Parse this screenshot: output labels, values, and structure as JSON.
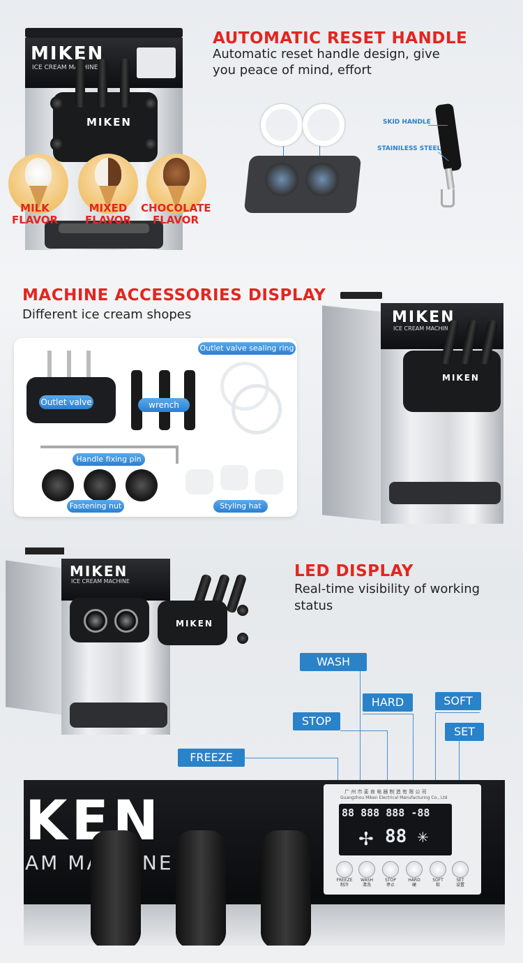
{
  "section1": {
    "title": "AUTOMATIC RESET HANDLE",
    "subtitle": "Automatic reset handle design, give you peace of mind, effort",
    "machine_logo": "MIKEN",
    "machine_logo_sub": "ICE CREAM MACHINE",
    "flavors": [
      {
        "line1": "MILK",
        "line2": "FLAVOR"
      },
      {
        "line1": "MIXED",
        "line2": "FLAVOR"
      },
      {
        "line1": "CHOCOLATE",
        "line2": "FLAVOR"
      }
    ],
    "handle_labels": {
      "skid": "SKID HANDLE",
      "stainless": "STAINILESS STEEL"
    }
  },
  "section2": {
    "title": "MACHINE ACCESSORIES DISPLAY",
    "subtitle": "Different ice cream shopes",
    "accessories": {
      "outlet_valve": "Outlet valve",
      "wrench": "wrench",
      "sealing_ring": "Outlet valve sealing ring",
      "fixing_pin": "Handle fixing pin",
      "fastening_nut": "Fastening nut",
      "styling_hat": "Styling hat"
    },
    "machine_logo": "MIKEN",
    "machine_logo_sub": "ICE CREAM MACHINE"
  },
  "section3": {
    "title": "LED DISPLAY",
    "subtitle": "Real-time visibility of working status",
    "machine_logo": "MIKEN",
    "machine_logo_sub": "ICE CREAM MACHINE",
    "buttons": {
      "wash": "WASH",
      "hard": "HARD",
      "soft": "SOFT",
      "stop": "STOP",
      "set": "SET",
      "freeze": "FREEZE"
    },
    "closeup_logo": "KEN",
    "closeup_logo_sub": "AM MACHINE",
    "panel_company_cn": "广 州 市 麦 肯 电 器 制 造 有 限 公 司",
    "panel_company_en": "Guangzhou Miken Electrical Manufacturing Co., Ltd",
    "panel_digits_top": "88 888 888 -88",
    "panel_digits_mid": "88",
    "panel_buttons": [
      {
        "en": "FREEZE",
        "cn": "制冷"
      },
      {
        "en": "WASH",
        "cn": "清洗"
      },
      {
        "en": "STOP",
        "cn": "停止"
      },
      {
        "en": "HARD",
        "cn": "硬"
      },
      {
        "en": "SOFT",
        "cn": "软"
      },
      {
        "en": "SET",
        "cn": "设置"
      }
    ]
  }
}
